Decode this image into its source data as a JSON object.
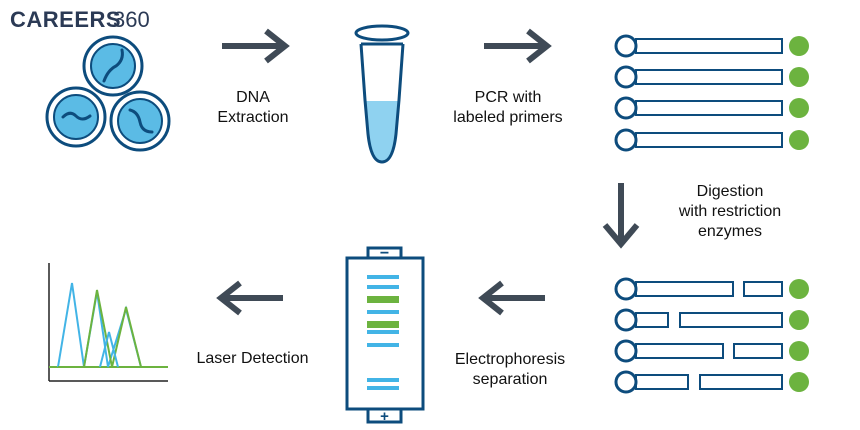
{
  "brand": {
    "name": "CAREERS",
    "number": "360"
  },
  "steps": {
    "dna_extraction": [
      "DNA",
      "Extraction"
    ],
    "pcr": [
      "PCR with",
      "labeled primers"
    ],
    "digestion": [
      "Digestion",
      "with restriction",
      "enzymes"
    ],
    "electrophoresis": [
      "Electrophoresis",
      "separation"
    ],
    "laser": [
      "Laser Detection"
    ]
  },
  "gel": {
    "top_symbol": "−",
    "bottom_symbol": "+"
  },
  "colors": {
    "navy": "#2b3a55",
    "outline": "#0d4c7d",
    "cell_fill": "#5bbbe5",
    "liquid": "#8fd2f0",
    "blue_band": "#42b4e6",
    "green_band": "#6cb33f",
    "arrow": "#3f4a56"
  }
}
